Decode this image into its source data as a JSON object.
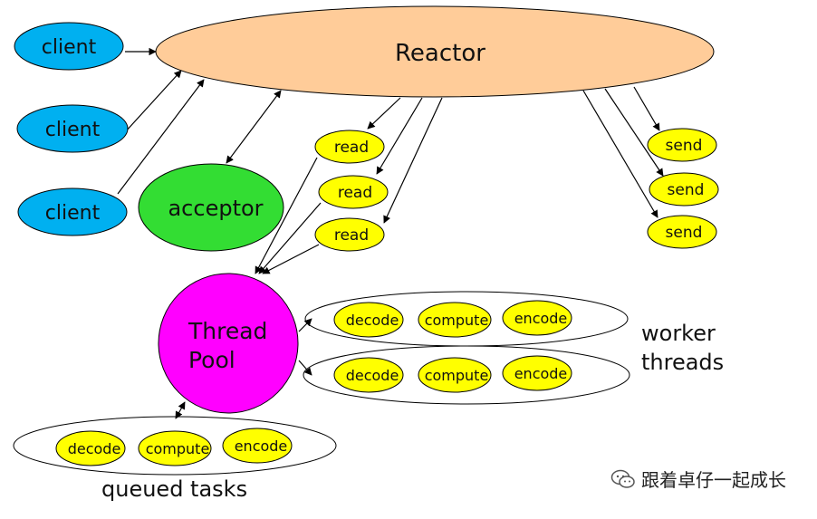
{
  "reactor": {
    "label": "Reactor"
  },
  "clients": [
    "client",
    "client",
    "client"
  ],
  "acceptor": {
    "label": "acceptor"
  },
  "reads": [
    "read",
    "read",
    "read"
  ],
  "sends": [
    "send",
    "send",
    "send"
  ],
  "thread_pool": {
    "line1": "Thread",
    "line2": "Pool"
  },
  "worker_rows": [
    [
      "decode",
      "compute",
      "encode"
    ],
    [
      "decode",
      "compute",
      "encode"
    ]
  ],
  "worker_caption": {
    "line1": "worker",
    "line2": "threads"
  },
  "queued_row": [
    "decode",
    "compute",
    "encode"
  ],
  "queued_caption": "queued tasks",
  "watermark": "跟着卓仔一起成长",
  "colors": {
    "reactor": "#ffcc99",
    "client": "#00b0f0",
    "acceptor": "#33dd33",
    "task": "#ffff00",
    "thread_pool": "#ff00ff",
    "stroke": "#000000"
  }
}
